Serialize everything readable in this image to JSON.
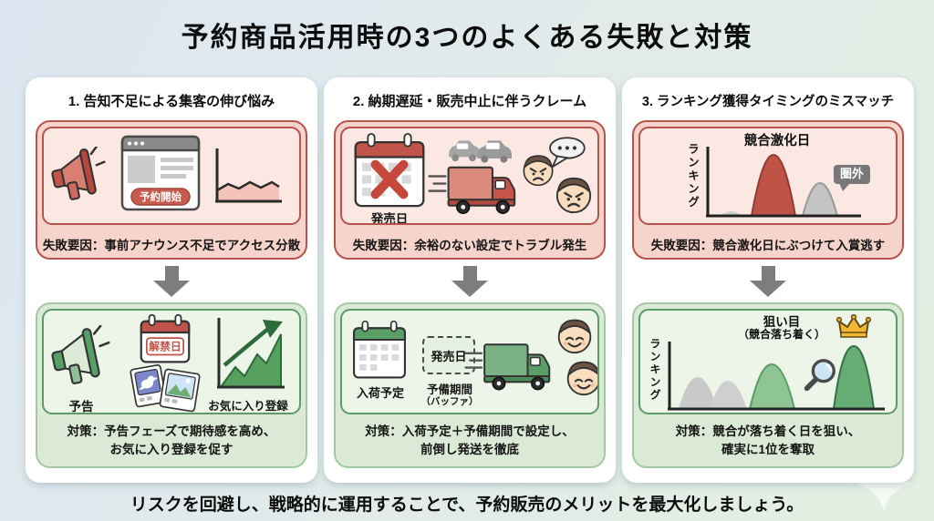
{
  "title": "予約商品活用時の3つのよくある失敗と対策",
  "footer": "リスクを回避し、戦略的に運用することで、予約販売のメリットを最大化しましょう。",
  "colors": {
    "failure_border": "#b6544b",
    "failure_fill": "#f6d3cb",
    "failure_panel_fill": "#fbe8e3",
    "solution_border": "#5d9b68",
    "solution_fill": "#dbead6",
    "solution_panel_fill": "#edf5e9",
    "accent_red": "#c0544a",
    "accent_green": "#5a9e68",
    "arrow_gray": "#7d7d7d",
    "badge_gray": "#787878",
    "crown_gold": "#f3b733"
  },
  "columns": [
    {
      "heading": "1. 告知不足による集客の伸び悩み",
      "failure_caption": "失敗要因：事前アナウンス不足でアクセス分散",
      "browser_button_label": "予約開始",
      "solution_caption_line1": "対策：予告フェーズで期待感を高め、",
      "solution_caption_line2": "お気に入り登録を促す",
      "megaphone_label": "予告",
      "calendar_label": "解禁日",
      "chart_label": "お気に入り登録"
    },
    {
      "heading": "2. 納期遅延・販売中止に伴うクレーム",
      "failure_caption": "失敗要因：余裕のない設定でトラブル発生",
      "release_calendar_label": "発売日",
      "solution_caption_line1": "対策：入荷予定＋予備期間で設定し、",
      "solution_caption_line2": "前倒し発送を徹底",
      "arrival_calendar_label": "入荷予定",
      "buffer_box_label": "発売日",
      "buffer_label_line1": "予備期間",
      "buffer_label_line2": "（バッファ）"
    },
    {
      "heading": "3. ランキング獲得タイミングのミスマッチ",
      "failure_caption": "失敗要因：競合激化日にぶつけて入賞逃す",
      "failure_chart": {
        "title": "競合激化日",
        "y_axis_label": "ランキング",
        "badge": "圏外"
      },
      "solution_caption_line1": "対策：競合が落ち着く日を狙い、",
      "solution_caption_line2": "確実に1位を奪取",
      "solution_chart": {
        "label_line1": "狙い目",
        "label_line2": "（競合落ち着く）",
        "y_axis_label": "ランキング"
      }
    }
  ]
}
